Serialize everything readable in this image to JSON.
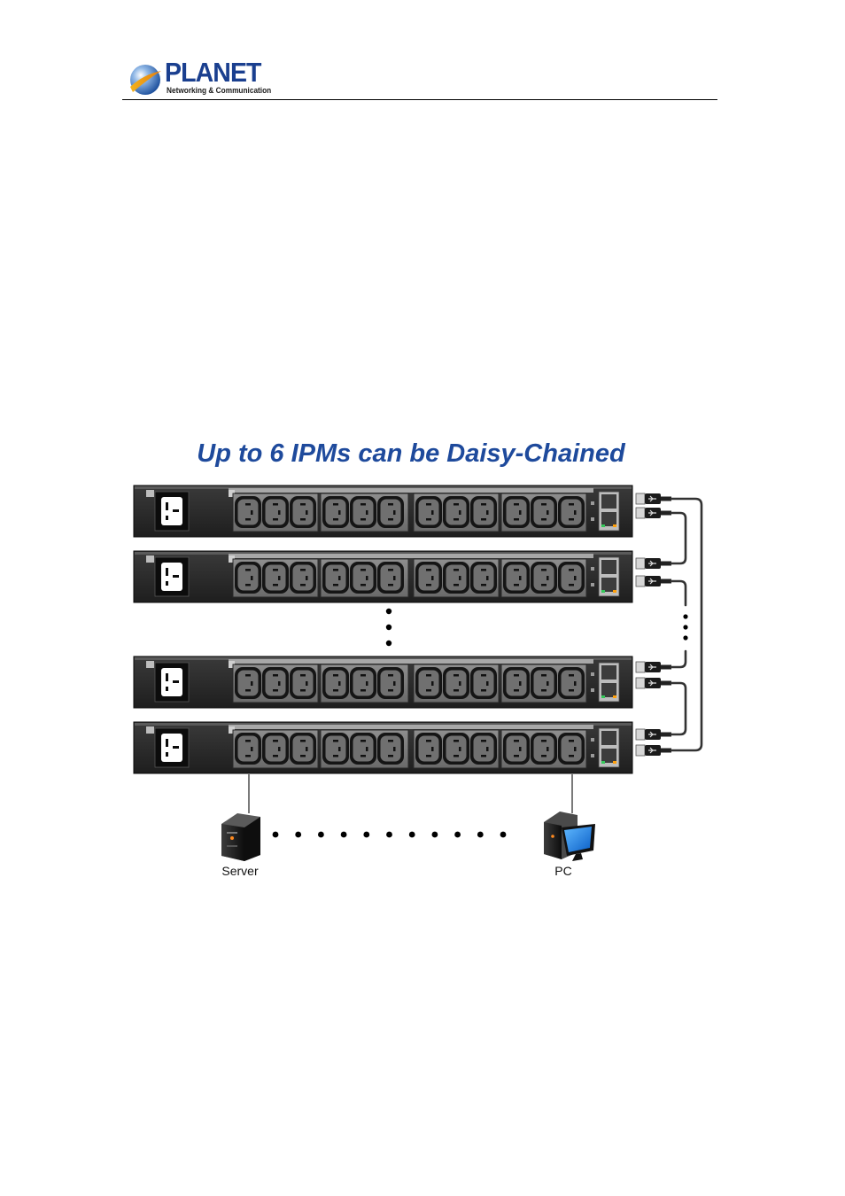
{
  "header": {
    "brand": "PLANET",
    "tagline": "Networking & Communication"
  },
  "diagram": {
    "title": "Up to 6 IPMs can be Daisy-Chained",
    "pdu_units_drawn": 4,
    "outlet_groups_per_unit": 4,
    "outlets_per_group": 3,
    "devices": [
      {
        "label": "Server",
        "icon": "server-icon"
      },
      {
        "label": "PC",
        "icon": "pc-icon"
      }
    ]
  },
  "colors": {
    "title_blue": "#1e4a9c",
    "logo_blue": "#1a3f8f",
    "pdu_body": "#2b2b2b",
    "outlet_panel": "#7d7d7d",
    "cable": "#333333"
  }
}
